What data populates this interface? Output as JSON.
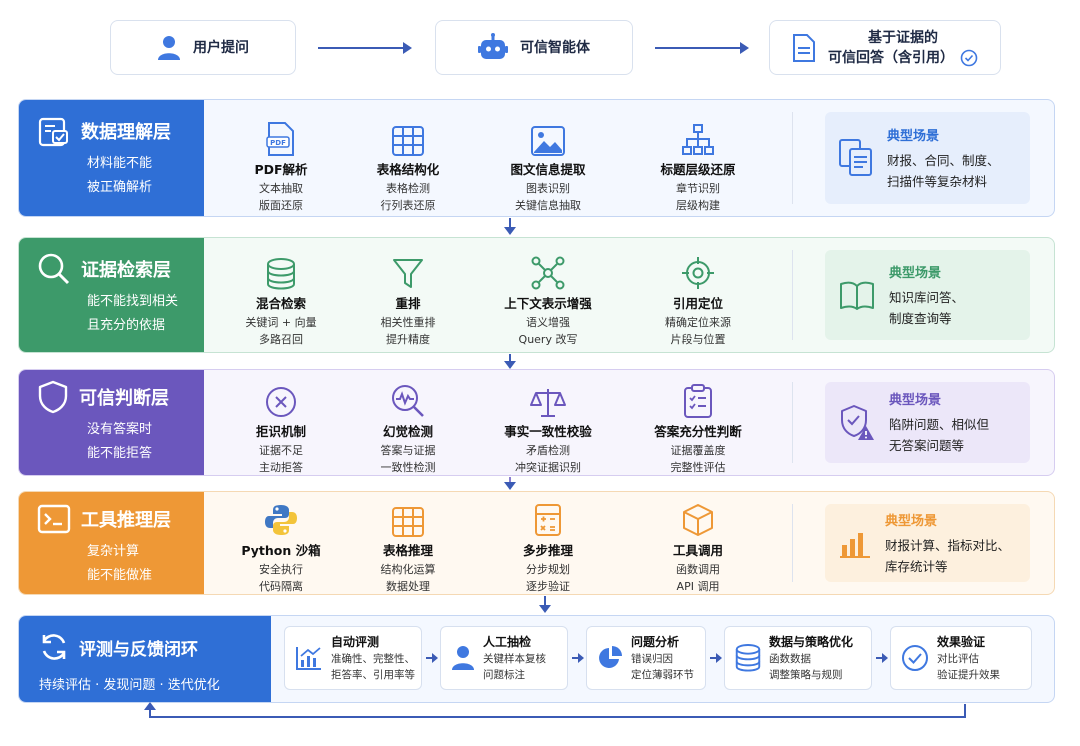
{
  "top": {
    "question": "用户提问",
    "agent": "可信智能体",
    "answer_line1": "基于证据的",
    "answer_line2": "可信回答（含引用）"
  },
  "layers": [
    {
      "title": "数据理解层",
      "sub1": "材料能不能",
      "sub2": "被正确解析",
      "color": "#2f6fd6",
      "items": [
        {
          "name": "PDF解析",
          "d1": "文本抽取",
          "d2": "版面还原"
        },
        {
          "name": "表格结构化",
          "d1": "表格检测",
          "d2": "行列表还原"
        },
        {
          "name": "图文信息提取",
          "d1": "图表识别",
          "d2": "关键信息抽取"
        },
        {
          "name": "标题层级还原",
          "d1": "章节识别",
          "d2": "层级构建"
        }
      ],
      "scene_title": "典型场景",
      "scene_desc1": "财报、合同、制度、",
      "scene_desc2": "扫描件等复杂材料"
    },
    {
      "title": "证据检索层",
      "sub1": "能不能找到相关",
      "sub2": "且充分的依据",
      "color": "#3d9a6a",
      "items": [
        {
          "name": "混合检索",
          "d1": "关键词 + 向量",
          "d2": "多路召回"
        },
        {
          "name": "重排",
          "d1": "相关性重排",
          "d2": "提升精度"
        },
        {
          "name": "上下文表示增强",
          "d1": "语义增强",
          "d2": "Query 改写"
        },
        {
          "name": "引用定位",
          "d1": "精确定位来源",
          "d2": "片段与位置"
        }
      ],
      "scene_title": "典型场景",
      "scene_desc1": "知识库问答、",
      "scene_desc2": "制度查询等"
    },
    {
      "title": "可信判断层",
      "sub1": "没有答案时",
      "sub2": "能不能拒答",
      "color": "#6b57bd",
      "items": [
        {
          "name": "拒识机制",
          "d1": "证据不足",
          "d2": "主动拒答"
        },
        {
          "name": "幻觉检测",
          "d1": "答案与证据",
          "d2": "一致性检测"
        },
        {
          "name": "事实一致性校验",
          "d1": "矛盾检测",
          "d2": "冲突证据识别"
        },
        {
          "name": "答案充分性判断",
          "d1": "证据覆盖度",
          "d2": "完整性评估"
        }
      ],
      "scene_title": "典型场景",
      "scene_desc1": "陷阱问题、相似但",
      "scene_desc2": "无答案问题等"
    },
    {
      "title": "工具推理层",
      "sub1": "复杂计算",
      "sub2": "能不能做准",
      "color": "#ee9836",
      "items": [
        {
          "name": "Python 沙箱",
          "d1": "安全执行",
          "d2": "代码隔离"
        },
        {
          "name": "表格推理",
          "d1": "结构化运算",
          "d2": "数据处理"
        },
        {
          "name": "多步推理",
          "d1": "分步规划",
          "d2": "逐步验证"
        },
        {
          "name": "工具调用",
          "d1": "函数调用",
          "d2": "API 调用"
        }
      ],
      "scene_title": "典型场景",
      "scene_desc1": "财报计算、指标对比、",
      "scene_desc2": "库存统计等"
    }
  ],
  "eval": {
    "title": "评测与反馈闭环",
    "sub": "持续评估 · 发现问题 · 迭代优化",
    "steps": [
      {
        "name": "自动评测",
        "d1": "准确性、完整性、",
        "d2": "拒答率、引用率等"
      },
      {
        "name": "人工抽检",
        "d1": "关键样本复核",
        "d2": "问题标注"
      },
      {
        "name": "问题分析",
        "d1": "错误归因",
        "d2": "定位薄弱环节"
      },
      {
        "name": "数据与策略优化",
        "d1": "函数数据",
        "d2": "调整策略与规则"
      },
      {
        "name": "效果验证",
        "d1": "对比评估",
        "d2": "验证提升效果"
      }
    ]
  }
}
